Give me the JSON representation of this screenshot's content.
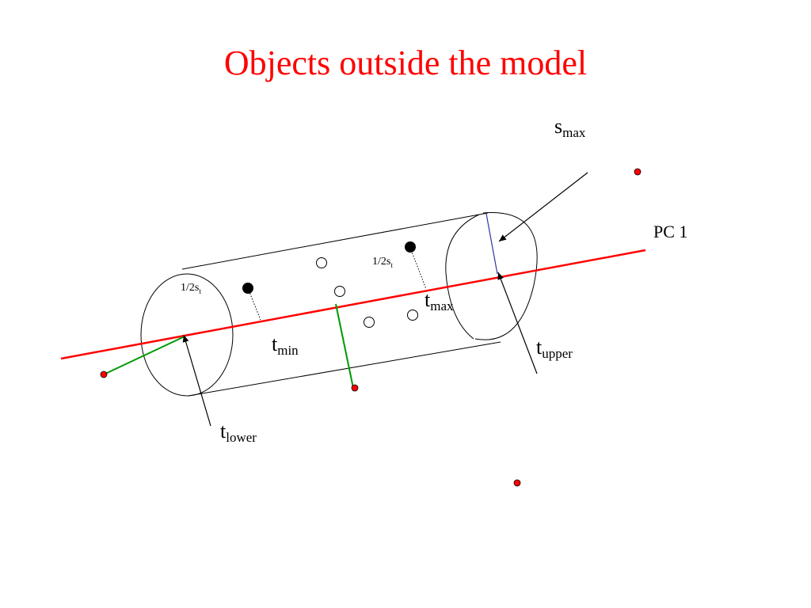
{
  "title": "Objects outside the model",
  "colors": {
    "title": "#ff0000",
    "pc_line": "#ff0000",
    "residual": "#009900",
    "s_max_line": "#3333aa",
    "outlier_point": "#ff0000",
    "stroke": "#000000"
  },
  "labels": {
    "pc1": "PC 1",
    "s_max": {
      "base": "s",
      "sub": "max"
    },
    "t_max": {
      "base": "t",
      "sub": "max"
    },
    "t_min": {
      "base": "t",
      "sub": "min"
    },
    "t_upper": {
      "base": "t",
      "sub": "upper"
    },
    "t_lower": {
      "base": "t",
      "sub": "lower"
    },
    "half_st_left": {
      "base": "1/2s",
      "sub": "t"
    },
    "half_st_right": {
      "base": "1/2s",
      "sub": "t"
    }
  }
}
